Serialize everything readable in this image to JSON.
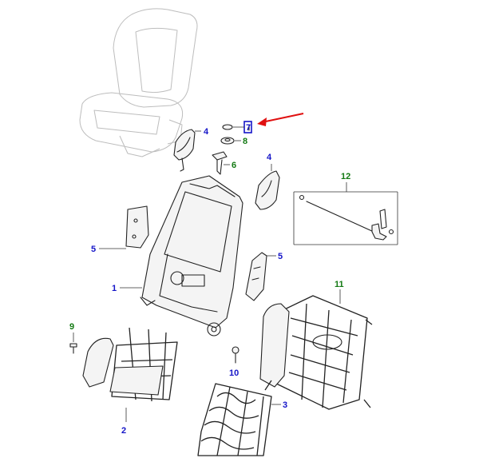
{
  "colors": {
    "callout_blue": "#1515c8",
    "callout_green": "#137a13",
    "pointer_red": "#e01010",
    "line": "#222222",
    "ghost_line": "#bdbdbd"
  },
  "callouts": {
    "c1": "1",
    "c2": "2",
    "c3": "3",
    "c4a": "4",
    "c4b": "4",
    "c5a": "5",
    "c5b": "5",
    "c6": "6",
    "c7": "7",
    "c8": "8",
    "c9": "9",
    "c10": "10",
    "c11": "11",
    "c12": "12"
  }
}
